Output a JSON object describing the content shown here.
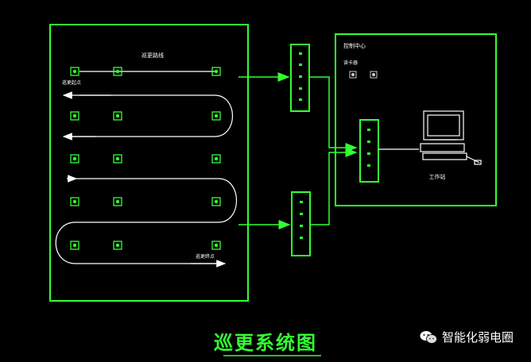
{
  "title": "巡更系统图",
  "patrol_area_label": "巡更路线",
  "start_label": "巡更起点",
  "end_label": "巡更终点",
  "control_center_label": "控制中心",
  "sub_label": "读卡器",
  "workstation_label": "工作站",
  "watermark": "智能化弱电圈",
  "colors": {
    "frame": "#33ff33",
    "route": "#ffffff",
    "point": "#33ff33",
    "background": "#000000"
  },
  "rows": [
    {
      "name": "row-1",
      "points": 3
    },
    {
      "name": "row-2",
      "points": 3
    },
    {
      "name": "row-3",
      "points": 3
    },
    {
      "name": "row-4",
      "points": 3
    },
    {
      "name": "row-5",
      "points": 3
    }
  ],
  "left_devices": [
    {
      "name": "collector-top",
      "icon": "reader-icon"
    },
    {
      "name": "collector-bottom",
      "icon": "reader-icon"
    }
  ],
  "center_device": {
    "name": "data-converter",
    "icon": "converter-icon"
  },
  "workstation": {
    "icon": "computer-icon"
  }
}
